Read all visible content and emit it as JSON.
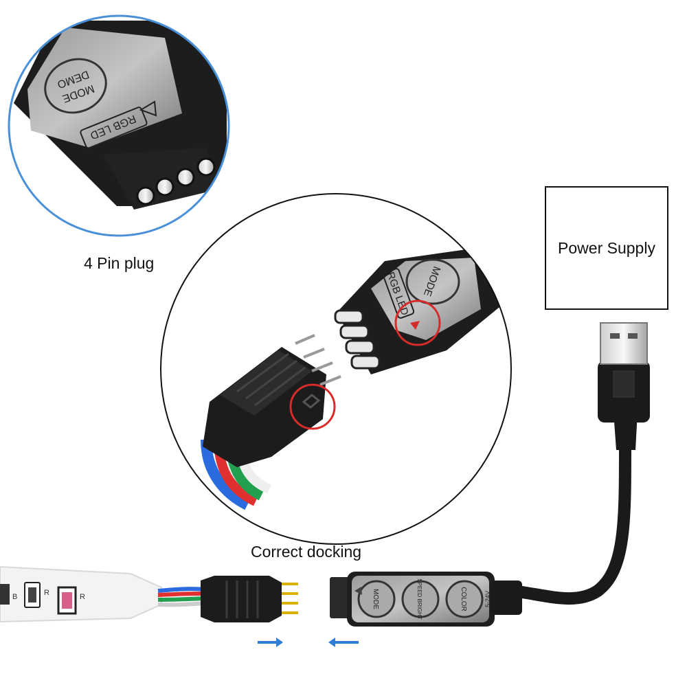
{
  "labels": {
    "pin_plug": "4 Pin plug",
    "correct_docking": "Correct docking",
    "power_supply": "Power Supply"
  },
  "controller_top": {
    "button_top": "MODE",
    "button_bottom": "DEMO",
    "brand": "RGB LED"
  },
  "controller_center": {
    "button": "MODE",
    "brand": "RGB LED"
  },
  "controller_bottom": {
    "buttons": [
      "MODE",
      "SPEED BRIGHT",
      "COLOR"
    ],
    "voltage": "5-24V"
  },
  "strip_labels": [
    "B",
    "R",
    "R"
  ],
  "colors": {
    "circle_outline": "#4a90d9",
    "highlight": "#d62b2b",
    "arrow": "#2f7fd8",
    "controller_body": "#1b1b1b",
    "controller_face": "#8a8a8a",
    "wire_blue": "#2b6be0",
    "wire_red": "#e03030",
    "wire_green": "#22a050",
    "pin_gold": "#d8b200"
  }
}
